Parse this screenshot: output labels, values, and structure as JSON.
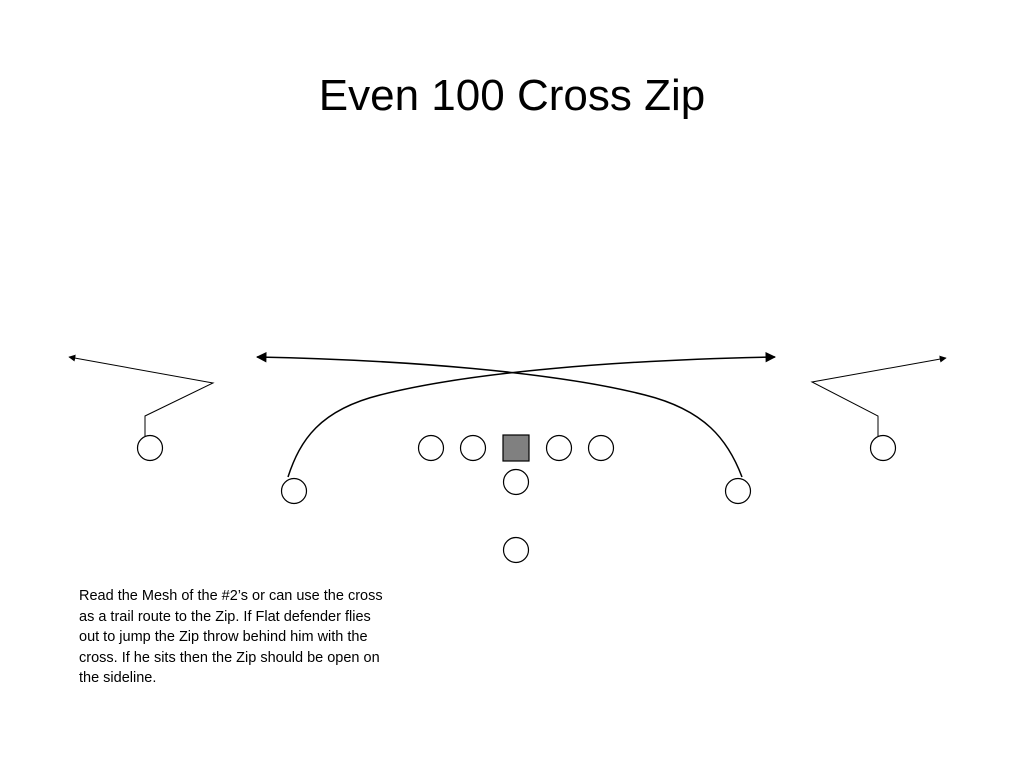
{
  "slide": {
    "title": "Even 100 Cross Zip",
    "note": "Read the Mesh of the #2’s or can use the cross\nas a trail route to the Zip.  If Flat defender flies\nout to jump the Zip throw behind him with the\ncross.  If he sits then the Zip should be open on\nthe sideline."
  },
  "colors": {
    "background": "#ffffff",
    "ink": "#000000",
    "center_fill": "#808080"
  },
  "icons": {
    "player": "circle",
    "center": "square",
    "route_end": "arrowhead"
  }
}
